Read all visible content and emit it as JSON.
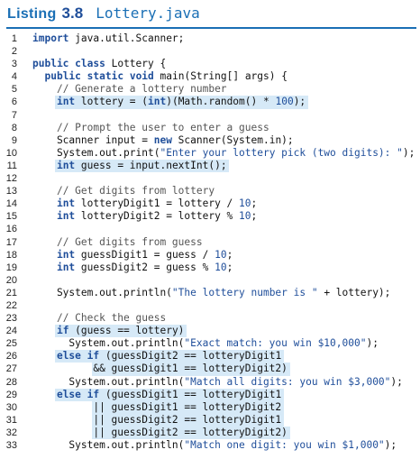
{
  "listing": {
    "label_prefix": "Listing",
    "number": "3.8",
    "filename": "Lottery.java",
    "accent_color": "#1a6fb5"
  },
  "lines": [
    {
      "n": "1",
      "code": "import java.util.Scanner;",
      "hl": false
    },
    {
      "n": "2",
      "code": "",
      "hl": false
    },
    {
      "n": "3",
      "code": "public class Lottery {",
      "hl": false
    },
    {
      "n": "4",
      "code": "  public static void main(String[] args) {",
      "hl": false
    },
    {
      "n": "5",
      "code": "    // Generate a lottery number",
      "hl": false
    },
    {
      "n": "6",
      "code": "    int lottery = (int)(Math.random() * 100);",
      "hl": true
    },
    {
      "n": "7",
      "code": "",
      "hl": false
    },
    {
      "n": "8",
      "code": "    // Prompt the user to enter a guess",
      "hl": false
    },
    {
      "n": "9",
      "code": "    Scanner input = new Scanner(System.in);",
      "hl": false
    },
    {
      "n": "10",
      "code": "    System.out.print(\"Enter your lottery pick (two digits): \");",
      "hl": false
    },
    {
      "n": "11",
      "code": "    int guess = input.nextInt();",
      "hl": true
    },
    {
      "n": "12",
      "code": "",
      "hl": false
    },
    {
      "n": "13",
      "code": "    // Get digits from lottery",
      "hl": false
    },
    {
      "n": "14",
      "code": "    int lotteryDigit1 = lottery / 10;",
      "hl": false
    },
    {
      "n": "15",
      "code": "    int lotteryDigit2 = lottery % 10;",
      "hl": false
    },
    {
      "n": "16",
      "code": "",
      "hl": false
    },
    {
      "n": "17",
      "code": "    // Get digits from guess",
      "hl": false
    },
    {
      "n": "18",
      "code": "    int guessDigit1 = guess / 10;",
      "hl": false
    },
    {
      "n": "19",
      "code": "    int guessDigit2 = guess % 10;",
      "hl": false
    },
    {
      "n": "20",
      "code": "",
      "hl": false
    },
    {
      "n": "21",
      "code": "    System.out.println(\"The lottery number is \" + lottery);",
      "hl": false
    },
    {
      "n": "22",
      "code": "",
      "hl": false
    },
    {
      "n": "23",
      "code": "    // Check the guess",
      "hl": false
    },
    {
      "n": "24",
      "code": "    if (guess == lottery)",
      "hl": true
    },
    {
      "n": "25",
      "code": "      System.out.println(\"Exact match: you win $10,000\");",
      "hl": false
    },
    {
      "n": "26",
      "code": "    else if (guessDigit2 == lotteryDigit1",
      "hl": true
    },
    {
      "n": "27",
      "code": "          && guessDigit1 == lotteryDigit2)",
      "hl": true
    },
    {
      "n": "28",
      "code": "      System.out.println(\"Match all digits: you win $3,000\");",
      "hl": false
    },
    {
      "n": "29",
      "code": "    else if (guessDigit1 == lotteryDigit1",
      "hl": true
    },
    {
      "n": "30",
      "code": "          || guessDigit1 == lotteryDigit2",
      "hl": true
    },
    {
      "n": "31",
      "code": "          || guessDigit2 == lotteryDigit1",
      "hl": true
    },
    {
      "n": "32",
      "code": "          || guessDigit2 == lotteryDigit2)",
      "hl": true
    },
    {
      "n": "33",
      "code": "      System.out.println(\"Match one digit: you win $1,000\");",
      "hl": false
    }
  ]
}
